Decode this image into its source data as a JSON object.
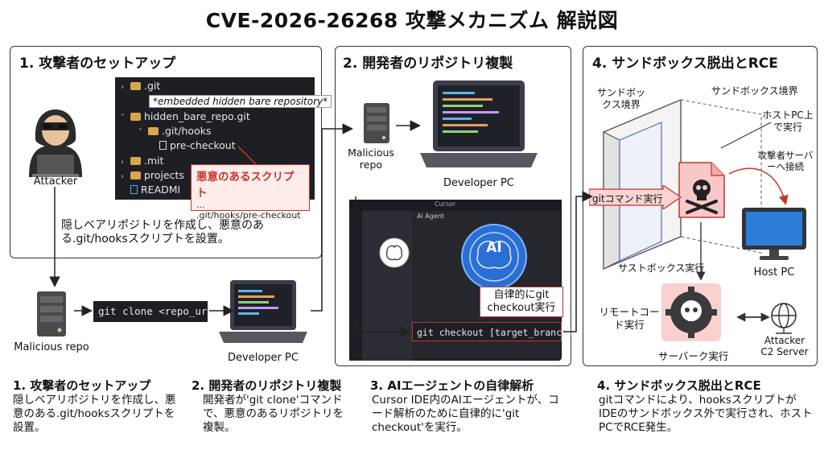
{
  "title": "CVE-2026-26268 攻撃メカニズム 解説図",
  "panel1": {
    "heading": "1. 攻撃者のセットアップ",
    "attacker_label": "Attacker",
    "tree": [
      ".git",
      "*embedded hidden bare repository*",
      "hidden_bare_repo.git",
      ".git/hooks",
      "pre-checkout",
      ".mit",
      "projects",
      "READMI"
    ],
    "callout_title": "悪意のあるスクリプト",
    "callout_dots": "...",
    "callout_path": ".git/hooks/pre-checkout",
    "caption": "隠しベアリポジトリを作成し、悪意のある.git/hooksスクリプトを設置。"
  },
  "flow1": {
    "malicious_repo": "Malicious repo",
    "command": "git clone <repo_url>",
    "developer_pc": "Developer PC"
  },
  "panel2": {
    "heading": "2. 開発者のリポジトリ複製",
    "malicious_repo": "Malicious repo",
    "developer_pc": "Developer PC",
    "ide_title": "Cursor",
    "ide_tab": "Ai Agent",
    "ai_label": "AI",
    "auto_label": "自律的にgit checkout実行",
    "command": "git checkout [target_branch]"
  },
  "panel4": {
    "heading": "4. サンドボックス脱出とRCE",
    "sandbox_boundary_left": "サンドボックス境界",
    "sandbox_boundary_top": "サンドボックス境界",
    "host_exec": "ホストPC上で実行",
    "attacker_connect": "攻撃者サーバーへ接続",
    "git_command": "gitコマンド実行",
    "sandbox_exec": "サストボックス実行",
    "host_pc": "Host PC",
    "remote_exec": "リモートコード実行",
    "server_exec": "サーバーク実行",
    "c2": "Attacker C2 Server"
  },
  "bottom": [
    {
      "title": "1. 攻撃者のセットアップ",
      "text": "隠しベアリポジトリを作成し、悪意のある.git/hooksスクリプトを設置。"
    },
    {
      "title": "2. 開発者のリポジトリ複製",
      "text": "開発者が'git clone'コマンドで、悪意のあるリポジトリを複製。"
    },
    {
      "title": "3. AIエージェントの自律解析",
      "text": "Cursor IDE内のAIエージェントが、コード解析のために自律的に'git checkout'を実行。"
    },
    {
      "title": "4. サンドボックス脱出とRCE",
      "text": "gitコマンドにより、hooksスクリプトがIDEのサンドボックス外で実行され、ホストPCでRCE発生。"
    }
  ],
  "colors": {
    "callout_red": "#c0392b",
    "callout_bg": "#fdecea",
    "skull_bg": "#f8c8c8",
    "terminal": "#1e1f24"
  }
}
